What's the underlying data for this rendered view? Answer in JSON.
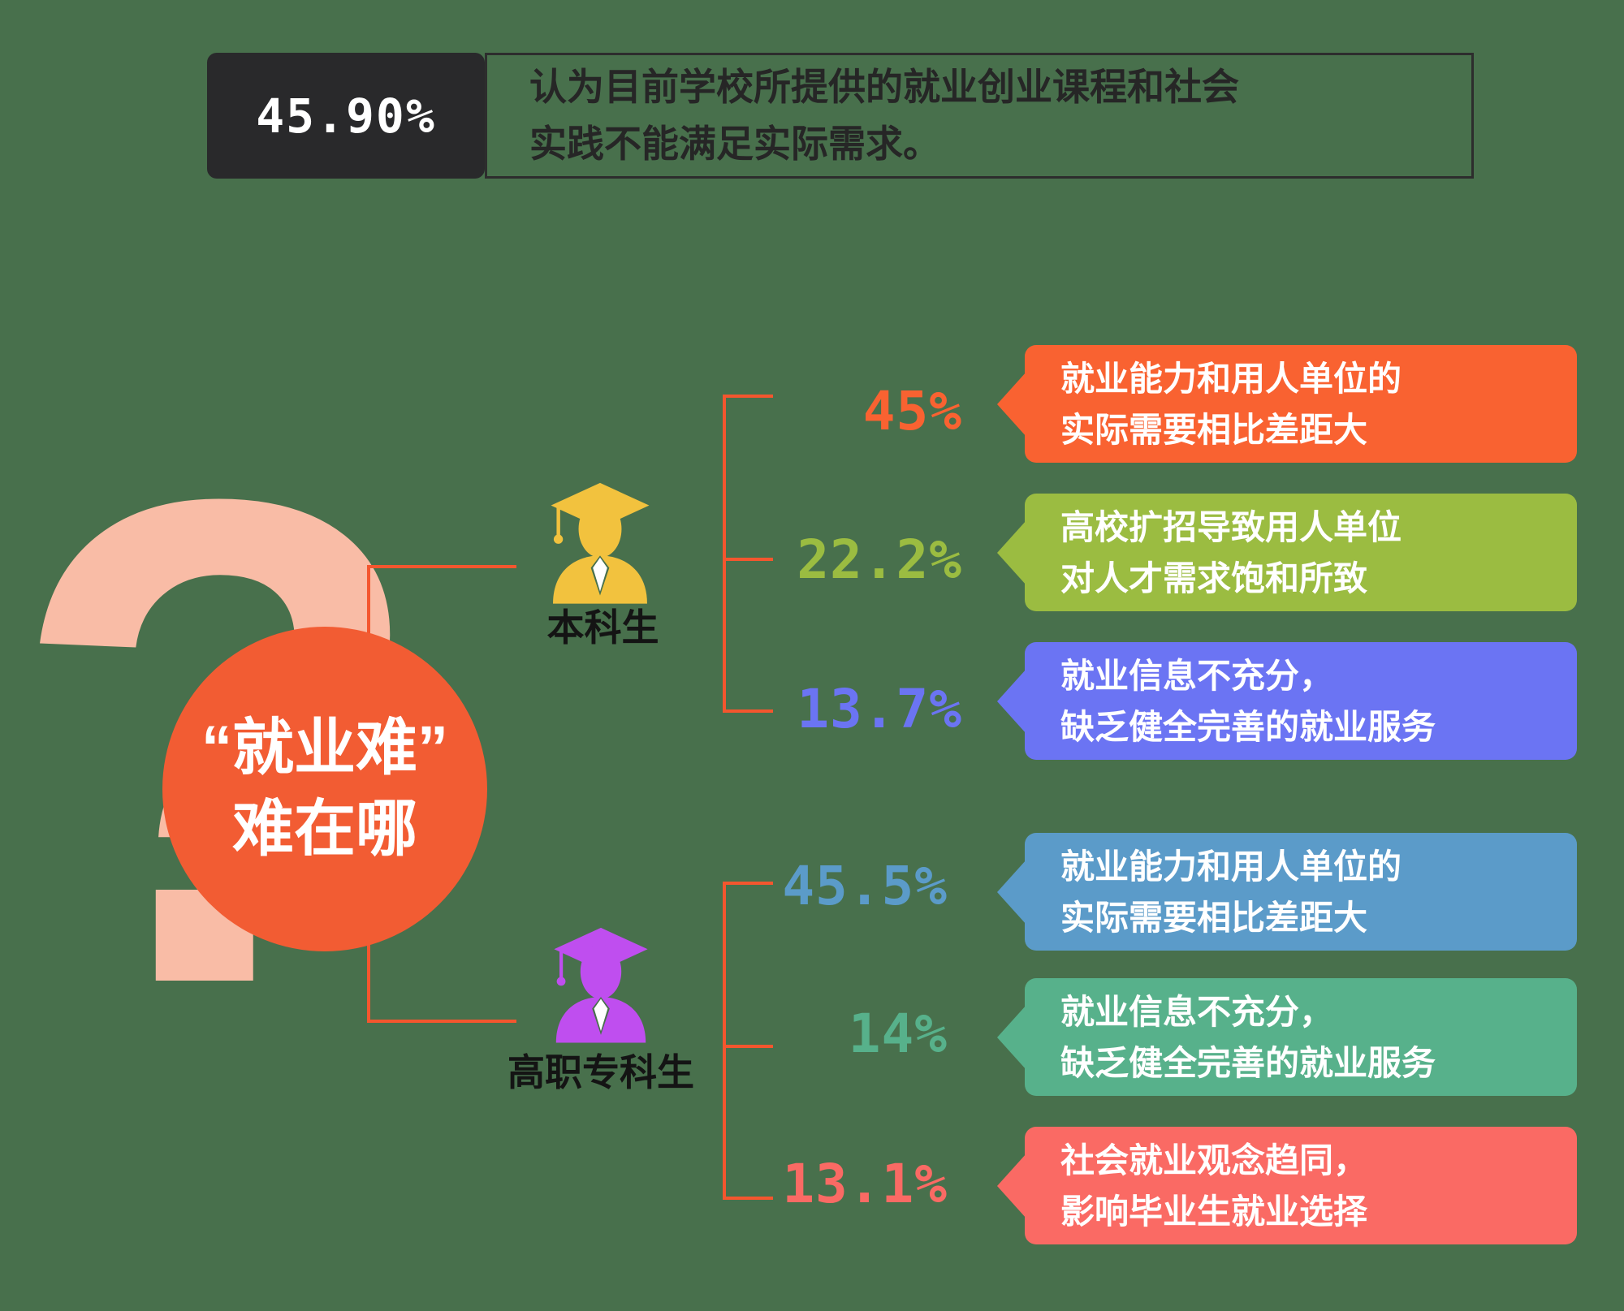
{
  "banner": {
    "stat": "45.90%",
    "caption_line1": "认为目前学校所提供的就业创业课程和社会",
    "caption_line2": "实践不能满足实际需求。"
  },
  "center": {
    "question_mark": "?",
    "title_line1": "“就业难”",
    "title_line2": "难在哪"
  },
  "groups": [
    {
      "label": "本科生",
      "icon": "graduate-icon",
      "icon_color": "#F2C23E",
      "items": [
        {
          "value": "45%",
          "color": "#F96231",
          "line1": "就业能力和用人单位的",
          "line2": "实际需要相比差距大"
        },
        {
          "value": "22.2%",
          "color": "#9BBC41",
          "line1": "高校扩招导致用人单位",
          "line2": "对人才需求饱和所致"
        },
        {
          "value": "13.7%",
          "color": "#6B74F3",
          "line1": "就业信息不充分，",
          "line2": "缺乏健全完善的就业服务"
        }
      ]
    },
    {
      "label": "高职专科生",
      "icon": "graduate-icon",
      "icon_color": "#BF4EEF",
      "items": [
        {
          "value": "45.5%",
          "color": "#5B9BC9",
          "line1": "就业能力和用人单位的",
          "line2": "实际需要相比差距大"
        },
        {
          "value": "14%",
          "color": "#57B18B",
          "line1": "就业信息不充分，",
          "line2": "缺乏健全完善的就业服务"
        },
        {
          "value": "13.1%",
          "color": "#FA6A64",
          "line1": "社会就业观念趋同，",
          "line2": "影响毕业生就业选择"
        }
      ]
    }
  ],
  "colors": {
    "background": "#48704C",
    "connector": "#F4562E",
    "circle": "#F25C33",
    "question_mark": "#F9BCA6",
    "banner_box": "#29292B",
    "banner_text": "#FFFFFF",
    "caption_text": "#262626",
    "box_text": "#FFFFFF",
    "label_text": "#141414"
  }
}
